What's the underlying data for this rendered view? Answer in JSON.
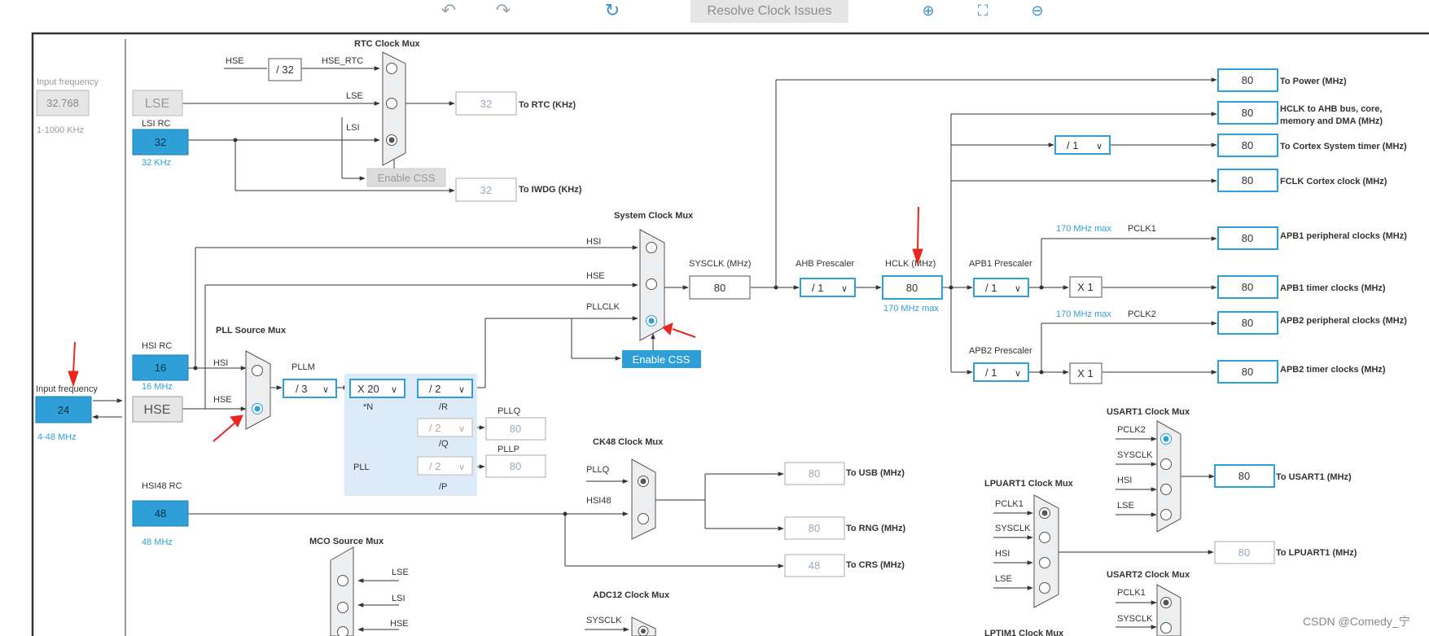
{
  "toolbar": {
    "undo_icon": "undo-icon",
    "redo_icon": "redo-icon",
    "refresh_icon": "refresh-icon",
    "resolve_label": "Resolve Clock Issues",
    "zoom_in_icon": "zoom-in-icon",
    "fit_icon": "fit-screen-icon",
    "zoom_out_icon": "zoom-out-icon"
  },
  "sources": {
    "lse_input_title": "Input frequency",
    "lse_input_value": "32.768",
    "lse_range": "1-1000 KHz",
    "lse_label": "LSE",
    "lsi_title": "LSI RC",
    "lsi_value": "32",
    "lsi_freq": "32 KHz",
    "hsi_title": "HSI RC",
    "hsi_value": "16",
    "hsi_freq": "16 MHz",
    "hse_input_title": "Input frequency",
    "hse_input_value": "24",
    "hse_range": "4-48 MHz",
    "hse_label": "HSE",
    "hsi48_title": "HSI48 RC",
    "hsi48_value": "48",
    "hsi48_freq": "48 MHz"
  },
  "rtc": {
    "title": "RTC Clock Mux",
    "hse": "HSE",
    "div": "/ 32",
    "hse_rtc": "HSE_RTC",
    "lse": "LSE",
    "lsi": "LSI",
    "rtc_value": "32",
    "rtc_label": "To RTC (KHz)",
    "css_label": "Enable CSS",
    "iwdg_value": "32",
    "iwdg_label": "To IWDG (KHz)"
  },
  "pll": {
    "src_title": "PLL Source Mux",
    "hsi": "HSI",
    "hse": "HSE",
    "pllm_label": "PLLM",
    "pllm_value": "/ 3",
    "n_value": "X 20",
    "n_label": "*N",
    "r_value": "/ 2",
    "r_label": "/R",
    "q_value": "/ 2",
    "q_label": "/Q",
    "pllq_label": "PLLQ",
    "pllq_value": "80",
    "p_value": "/ 2",
    "p_label": "/P",
    "pllp_label": "PLLP",
    "pllp_value": "80",
    "pll_label": "PLL"
  },
  "sysclk": {
    "title": "System Clock Mux",
    "hsi": "HSI",
    "hse": "HSE",
    "pllclk": "PLLCLK",
    "css_label": "Enable CSS",
    "sysclk_label": "SYSCLK (MHz)",
    "sysclk_value": "80",
    "ahb_label": "AHB Prescaler",
    "ahb_value": "/ 1",
    "hclk_label": "HCLK (MHz)",
    "hclk_value": "80",
    "hclk_max": "170 MHz max"
  },
  "outputs": {
    "power_value": "80",
    "power_label": "To Power (MHz)",
    "hclk_ahb_value": "80",
    "hclk_ahb_label1": "HCLK to AHB bus, core,",
    "hclk_ahb_label2": "memory and DMA (MHz)",
    "cortex_div": "/ 1",
    "cortex_value": "80",
    "cortex_label": "To Cortex System timer (MHz)",
    "fclk_value": "80",
    "fclk_label": "FCLK Cortex clock (MHz)",
    "apb1_max": "170 MHz max",
    "pclk1": "PCLK1",
    "apb1_periph_value": "80",
    "apb1_periph_label": "APB1 peripheral clocks (MHz)",
    "apb1_label": "APB1 Prescaler",
    "apb1_value": "/ 1",
    "apb1_x": "X 1",
    "apb1_timer_value": "80",
    "apb1_timer_label": "APB1 timer clocks (MHz)",
    "apb2_max": "170 MHz max",
    "pclk2": "PCLK2",
    "apb2_periph_value": "80",
    "apb2_periph_label": "APB2 peripheral clocks (MHz)",
    "apb2_label": "APB2 Prescaler",
    "apb2_value": "/ 1",
    "apb2_x": "X 1",
    "apb2_timer_value": "80",
    "apb2_timer_label": "APB2 timer clocks (MHz)"
  },
  "ck48": {
    "title": "CK48 Clock Mux",
    "pllq": "PLLQ",
    "hsi48": "HSI48",
    "usb_value": "80",
    "usb_label": "To USB (MHz)",
    "rng_value": "80",
    "rng_label": "To RNG (MHz)",
    "crs_value": "48",
    "crs_label": "To CRS (MHz)"
  },
  "mco": {
    "title": "MCO Source Mux",
    "lse": "LSE",
    "lsi": "LSI",
    "hse": "HSE"
  },
  "adc": {
    "title": "ADC12 Clock Mux",
    "sysclk": "SYSCLK"
  },
  "usart1": {
    "title": "USART1 Clock Mux",
    "pclk2": "PCLK2",
    "sysclk": "SYSCLK",
    "hsi": "HSI",
    "lse": "LSE",
    "value": "80",
    "label": "To USART1 (MHz)"
  },
  "lpuart1": {
    "title": "LPUART1 Clock Mux",
    "pclk1": "PCLK1",
    "sysclk": "SYSCLK",
    "hsi": "HSI",
    "lse": "LSE",
    "value": "80",
    "label": "To LPUART1 (MHz)"
  },
  "usart2": {
    "title": "USART2 Clock Mux",
    "pclk1": "PCLK1",
    "sysclk": "SYSCLK"
  },
  "lptim1": {
    "title": "LPTIM1 Clock Mux"
  },
  "watermark": "CSDN @Comedy_宁",
  "colors": {
    "accent": "#2f9fd8",
    "arrow": "#e8261e",
    "mux_fill": "#eceef0",
    "pll_bg": "#dcebf7"
  }
}
